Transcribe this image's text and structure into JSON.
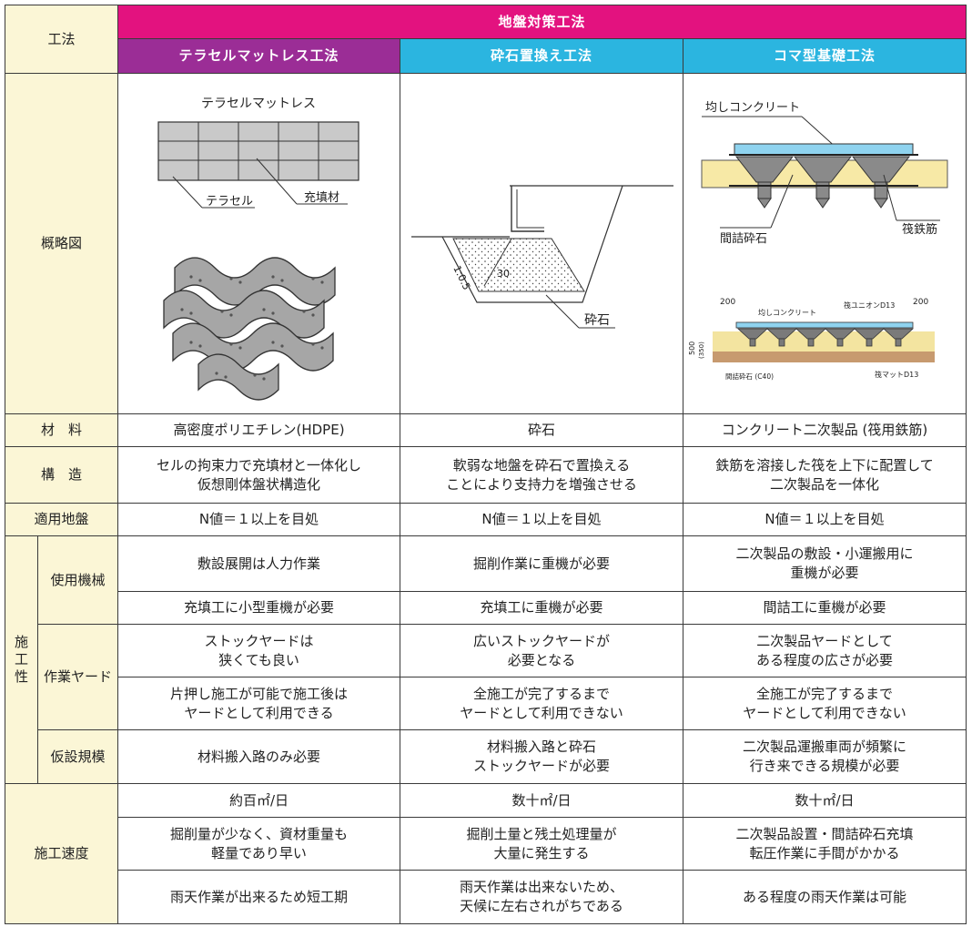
{
  "banner": "地盤対策工法",
  "colors": {
    "banner": "#e3127f",
    "method1": "#9b2d96",
    "method2": "#2bb5e0",
    "method3": "#2bb5e0",
    "header_bg": "#fbf6d6",
    "concrete_blue": "#8fd3ef",
    "soil_yellow": "#f7e9a6"
  },
  "rows": {
    "method": "工法",
    "diagram": "概略図",
    "material": "材　料",
    "structure": "構　造",
    "ground": "適用地盤",
    "workability": "施工性",
    "machinery": "使用機械",
    "yard": "作業ヤード",
    "temp": "仮設規模",
    "speed": "施工速度"
  },
  "methods": [
    {
      "name": "テラセルマットレス工法",
      "material": "高密度ポリエチレン(HDPE)",
      "structure": [
        "セルの拘束力で充填材と一体化し",
        "仮想剛体盤状構造化"
      ],
      "ground": "N値＝１以上を目処",
      "machinery": [
        [
          "敷設展開は人力作業"
        ],
        [
          "充填工に小型重機が必要"
        ]
      ],
      "yard": [
        [
          "ストックヤードは",
          "狭くても良い"
        ],
        [
          "片押し施工が可能で施工後は",
          "ヤードとして利用できる"
        ]
      ],
      "temp": [
        "材料搬入路のみ必要"
      ],
      "speed": [
        [
          "約百㎡/日"
        ],
        [
          "掘削量が少なく、資材重量も",
          "軽量であり早い"
        ],
        [
          "雨天作業が出来るため短工期"
        ]
      ]
    },
    {
      "name": "砕石置換え工法",
      "material": "砕石",
      "structure": [
        "軟弱な地盤を砕石で置換える",
        "ことにより支持力を増強させる"
      ],
      "ground": "N値＝１以上を目処",
      "machinery": [
        [
          "掘削作業に重機が必要"
        ],
        [
          "充填工に重機が必要"
        ]
      ],
      "yard": [
        [
          "広いストックヤードが",
          "必要となる"
        ],
        [
          "全施工が完了するまで",
          "ヤードとして利用できない"
        ]
      ],
      "temp": [
        "材料搬入路と砕石",
        "ストックヤードが必要"
      ],
      "speed": [
        [
          "数十㎡/日"
        ],
        [
          "掘削土量と残土処理量が",
          "大量に発生する"
        ],
        [
          "雨天作業は出来ないため、",
          "天候に左右されがちである"
        ]
      ]
    },
    {
      "name": "コマ型基礎工法",
      "material": "コンクリート二次製品 (筏用鉄筋)",
      "structure": [
        "鉄筋を溶接した筏を上下に配置して",
        "二次製品を一体化"
      ],
      "ground": "N値＝１以上を目処",
      "machinery": [
        [
          "二次製品の敷設・小運搬用に",
          "重機が必要"
        ],
        [
          "間詰工に重機が必要"
        ]
      ],
      "yard": [
        [
          "二次製品ヤードとして",
          "ある程度の広さが必要"
        ],
        [
          "全施工が完了するまで",
          "ヤードとして利用できない"
        ]
      ],
      "temp": [
        "二次製品運搬車両が頻繁に",
        "行き来できる規模が必要"
      ],
      "speed": [
        [
          "数十㎡/日"
        ],
        [
          "二次製品設置・間詰砕石充填",
          "転圧作業に手間がかかる"
        ],
        [
          "ある程度の雨天作業は可能"
        ]
      ]
    }
  ],
  "diagrams": {
    "d1": {
      "title": "テラセルマットレス",
      "label_a": "テラセル",
      "label_b": "充填材"
    },
    "d2": {
      "slope": "1:0.5",
      "angle": "30",
      "label": "砕石"
    },
    "d3": {
      "top_label": "均しコンクリート",
      "left_label": "間詰砕石",
      "right_label": "筏鉄筋",
      "small_top": "均しコンクリート",
      "small_right_top": "筏ユニオンD13",
      "small_left_bottom": "間詰砕石 (C40)",
      "small_right_bottom": "筏マットD13",
      "dim_left": "200",
      "dim_right": "200",
      "dim_height": "500",
      "dim_height2": "(350)"
    }
  }
}
